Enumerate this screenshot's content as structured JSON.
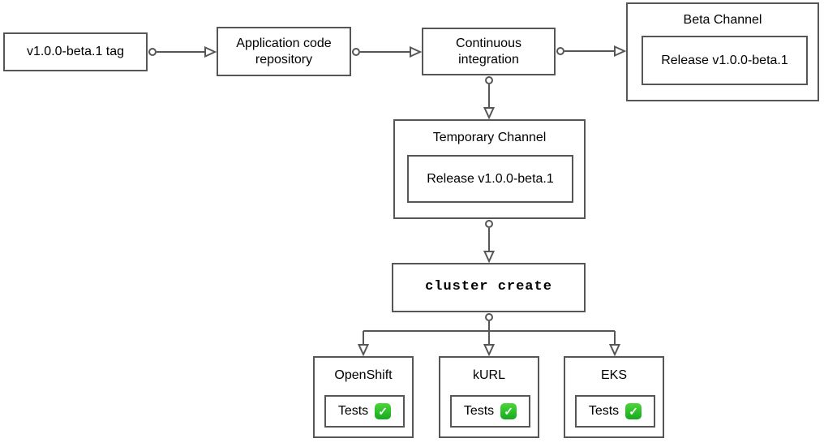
{
  "diagram": {
    "type": "flowchart",
    "colors": {
      "stroke": "#565656",
      "background": "#ffffff",
      "text": "#000000",
      "check_green_top": "#4fd53a",
      "check_green_bottom": "#17a81e",
      "check_mark": "#ffffff"
    },
    "nodes": {
      "tag": {
        "label": "v1.0.0-beta.1 tag"
      },
      "repo": {
        "label": "Application code\nrepository"
      },
      "ci": {
        "label": "Continuous\nintegration"
      },
      "beta_channel": {
        "title": "Beta Channel",
        "release_label": "Release v1.0.0-beta.1"
      },
      "temporary_channel": {
        "title": "Temporary Channel",
        "release_label": "Release v1.0.0-beta.1"
      },
      "cluster_create": {
        "label": "cluster create"
      },
      "clusters": [
        {
          "title": "OpenShift",
          "tests_label": "Tests",
          "status": "passed",
          "check_glyph": "✓"
        },
        {
          "title": "kURL",
          "tests_label": "Tests",
          "status": "passed",
          "check_glyph": "✓"
        },
        {
          "title": "EKS",
          "tests_label": "Tests",
          "status": "passed",
          "check_glyph": "✓"
        }
      ]
    },
    "edges": [
      "tag -> repo",
      "repo -> ci",
      "ci -> beta_channel",
      "ci -> temporary_channel",
      "temporary_channel -> cluster_create",
      "cluster_create -> openshift",
      "cluster_create -> kurl",
      "cluster_create -> eks"
    ]
  }
}
